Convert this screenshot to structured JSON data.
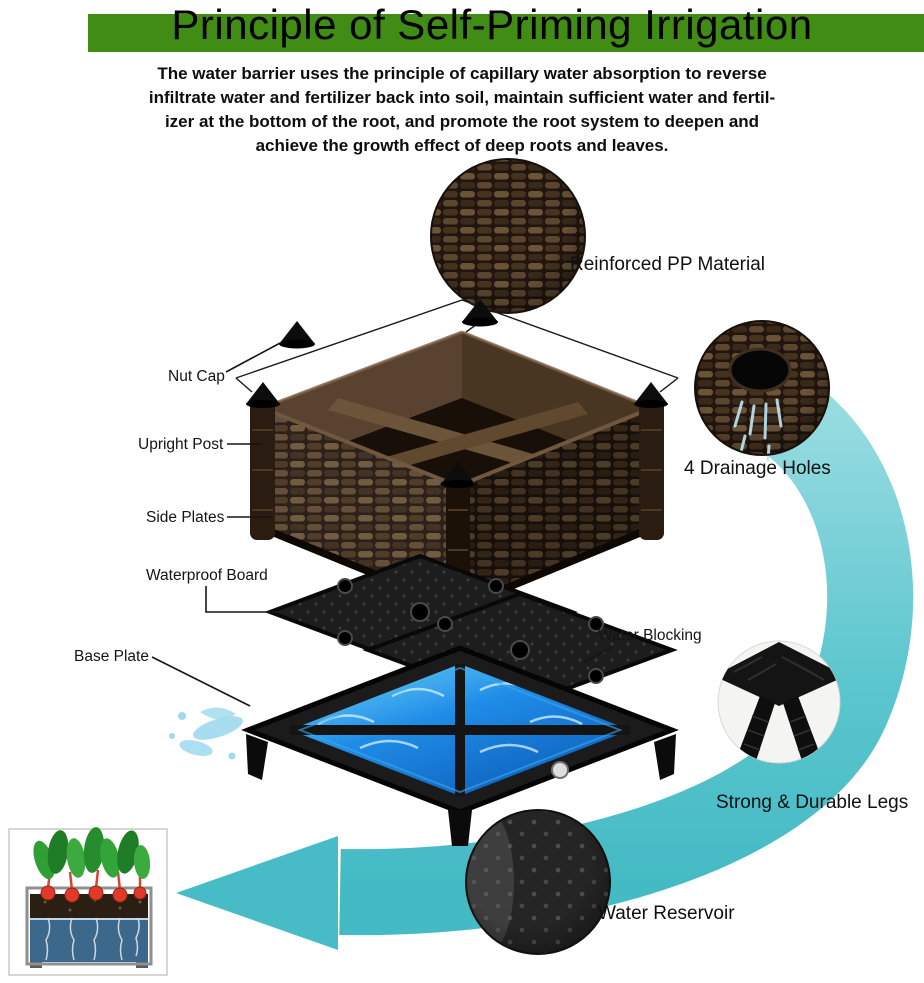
{
  "title": "Principle of Self-Priming Irrigation",
  "description_lines": [
    "The water barrier uses the principle of capillary water absorption to reverse",
    "infiltrate water and fertilizer back into soil, maintain sufficient water and fertil-",
    "izer at the bottom of the root, and promote the root system to deepen and",
    "achieve the growth effect of deep roots and leaves."
  ],
  "part_labels": {
    "nut_cap": "Nut Cap",
    "upright_post": "Upright Post",
    "side_plates": "Side Plates",
    "waterproof_board": "Waterproof Board",
    "base_plate": "Base Plate",
    "water_blocking": "Water Blocking"
  },
  "feature_labels": {
    "reinforced_pp_material": "Reinforced PP Material",
    "drainage_holes": "4 Drainage Holes",
    "durable_legs": "Strong & Durable Legs",
    "water_reservoir": "Water Reservoir"
  },
  "icons": {
    "flow_arrow": "curved-teal-flow-arrow",
    "pp_material_photo": "woven-rattan-texture-circle",
    "drainage_photo": "drainage-hole-with-drips-circle",
    "legs_photo": "planter-legs-closeup-circle",
    "reservoir_photo": "water-reservoir-dotted-circle",
    "result_photo": "grown-plants-in-planter-thumbnail"
  },
  "colors": {
    "title_bar_green": "#418c15",
    "arrow_teal": "#52c3cc",
    "planter_brown": "#3a2a1d",
    "water_blue": "#1e88e5",
    "text": "#0a0a0a"
  }
}
